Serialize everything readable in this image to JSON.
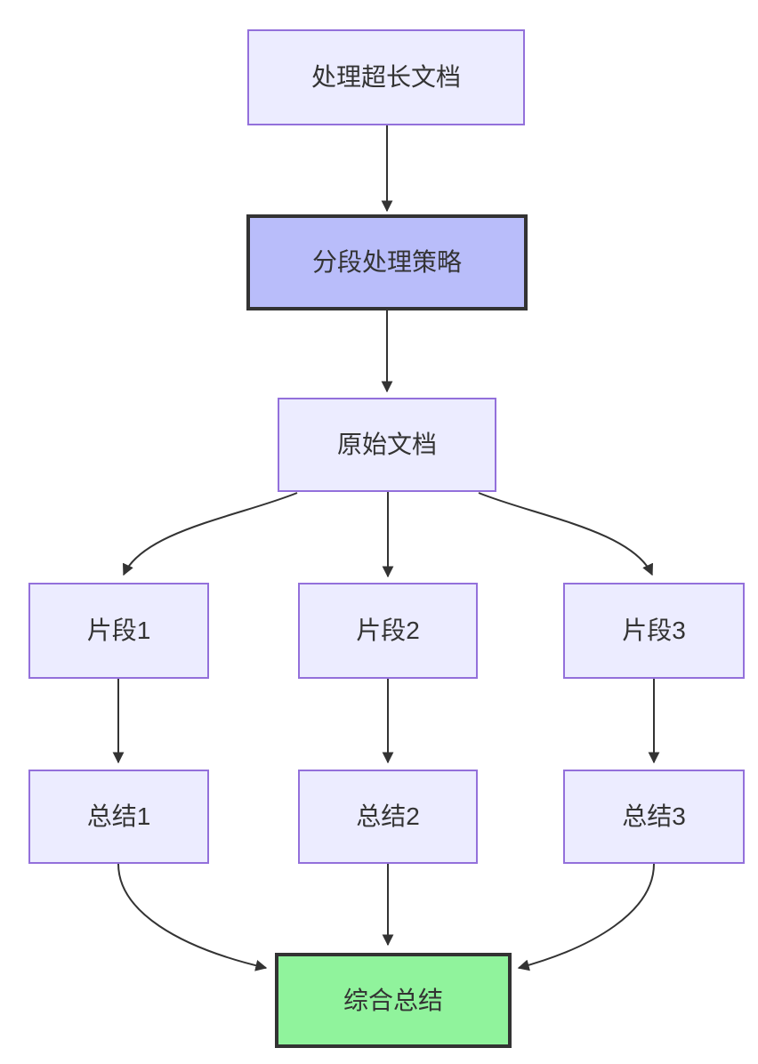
{
  "diagram": {
    "type": "flowchart",
    "direction": "top-down",
    "nodes": [
      {
        "id": "A",
        "label": "处理超长文档",
        "style": "default"
      },
      {
        "id": "B",
        "label": "分段处理策略",
        "style": "emphasis-purple"
      },
      {
        "id": "C",
        "label": "原始文档",
        "style": "default"
      },
      {
        "id": "D",
        "label": "片段1",
        "style": "default"
      },
      {
        "id": "E",
        "label": "片段2",
        "style": "default"
      },
      {
        "id": "F",
        "label": "片段3",
        "style": "default"
      },
      {
        "id": "G",
        "label": "总结1",
        "style": "default"
      },
      {
        "id": "H",
        "label": "总结2",
        "style": "default"
      },
      {
        "id": "I",
        "label": "总结3",
        "style": "default"
      },
      {
        "id": "J",
        "label": "综合总结",
        "style": "emphasis-green"
      }
    ],
    "edges": [
      {
        "from": "A",
        "to": "B"
      },
      {
        "from": "B",
        "to": "C"
      },
      {
        "from": "C",
        "to": "D"
      },
      {
        "from": "C",
        "to": "E"
      },
      {
        "from": "C",
        "to": "F"
      },
      {
        "from": "D",
        "to": "G"
      },
      {
        "from": "E",
        "to": "H"
      },
      {
        "from": "F",
        "to": "I"
      },
      {
        "from": "G",
        "to": "J"
      },
      {
        "from": "H",
        "to": "J"
      },
      {
        "from": "I",
        "to": "J"
      }
    ],
    "colors": {
      "background": "#ffffff",
      "node_fill": "#ECECFF",
      "node_border": "#9370DB",
      "emphasis_purple_fill": "#b9bdfa",
      "emphasis_border": "#333333",
      "green_fill": "#90f39c",
      "edge": "#333333",
      "text": "#333333"
    }
  }
}
